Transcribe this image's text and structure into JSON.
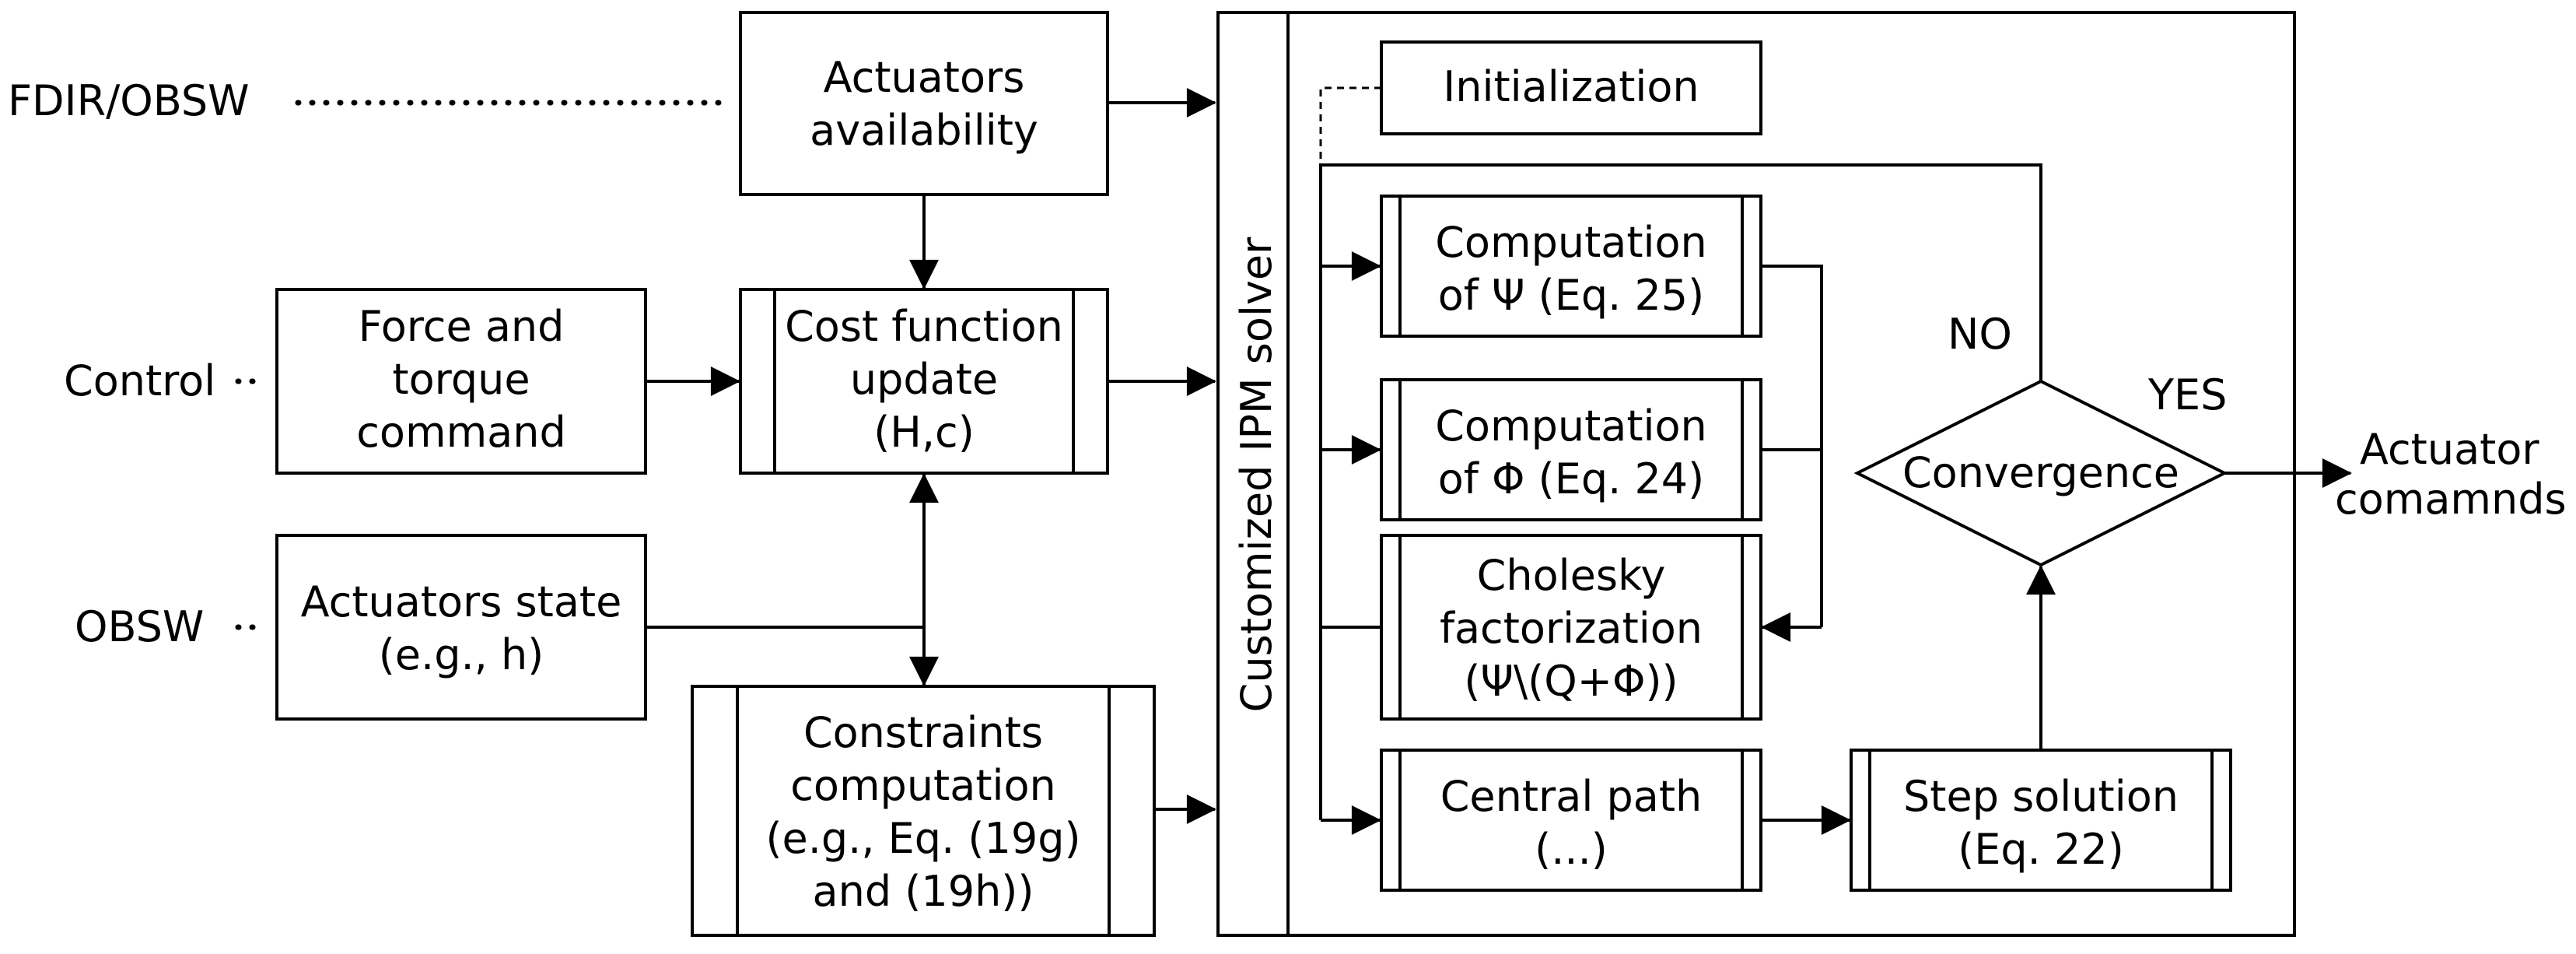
{
  "inputs": {
    "fdir": "FDIR/OBSW",
    "control": "Control",
    "obsw": "OBSW"
  },
  "blocks": {
    "availability": [
      "Actuators",
      "availability"
    ],
    "force_torque": [
      "Force and",
      "torque",
      "command"
    ],
    "cost_function": [
      "Cost function",
      "update",
      "(H,c)"
    ],
    "actuators_state": [
      "Actuators state",
      "(e.g., h)"
    ],
    "constraints": [
      "Constraints",
      "computation",
      "(e.g., Eq. (19g)",
      "and (19h))"
    ]
  },
  "solver": {
    "title": "Customized IPM solver",
    "initialization": "Initialization",
    "psi": [
      "Computation",
      "of Ψ (Eq. 25)"
    ],
    "phi": [
      "Computation",
      "of Φ (Eq. 24)"
    ],
    "cholesky": [
      "Cholesky",
      "factorization",
      "(Ψ\\(Q+Φ))"
    ],
    "central_path": [
      "Central path",
      "(...)"
    ],
    "step_solution": [
      "Step solution",
      "(Eq. 22)"
    ],
    "convergence": "Convergence",
    "no_label": "NO",
    "yes_label": "YES"
  },
  "output": [
    "Actuator",
    "comamnds"
  ]
}
